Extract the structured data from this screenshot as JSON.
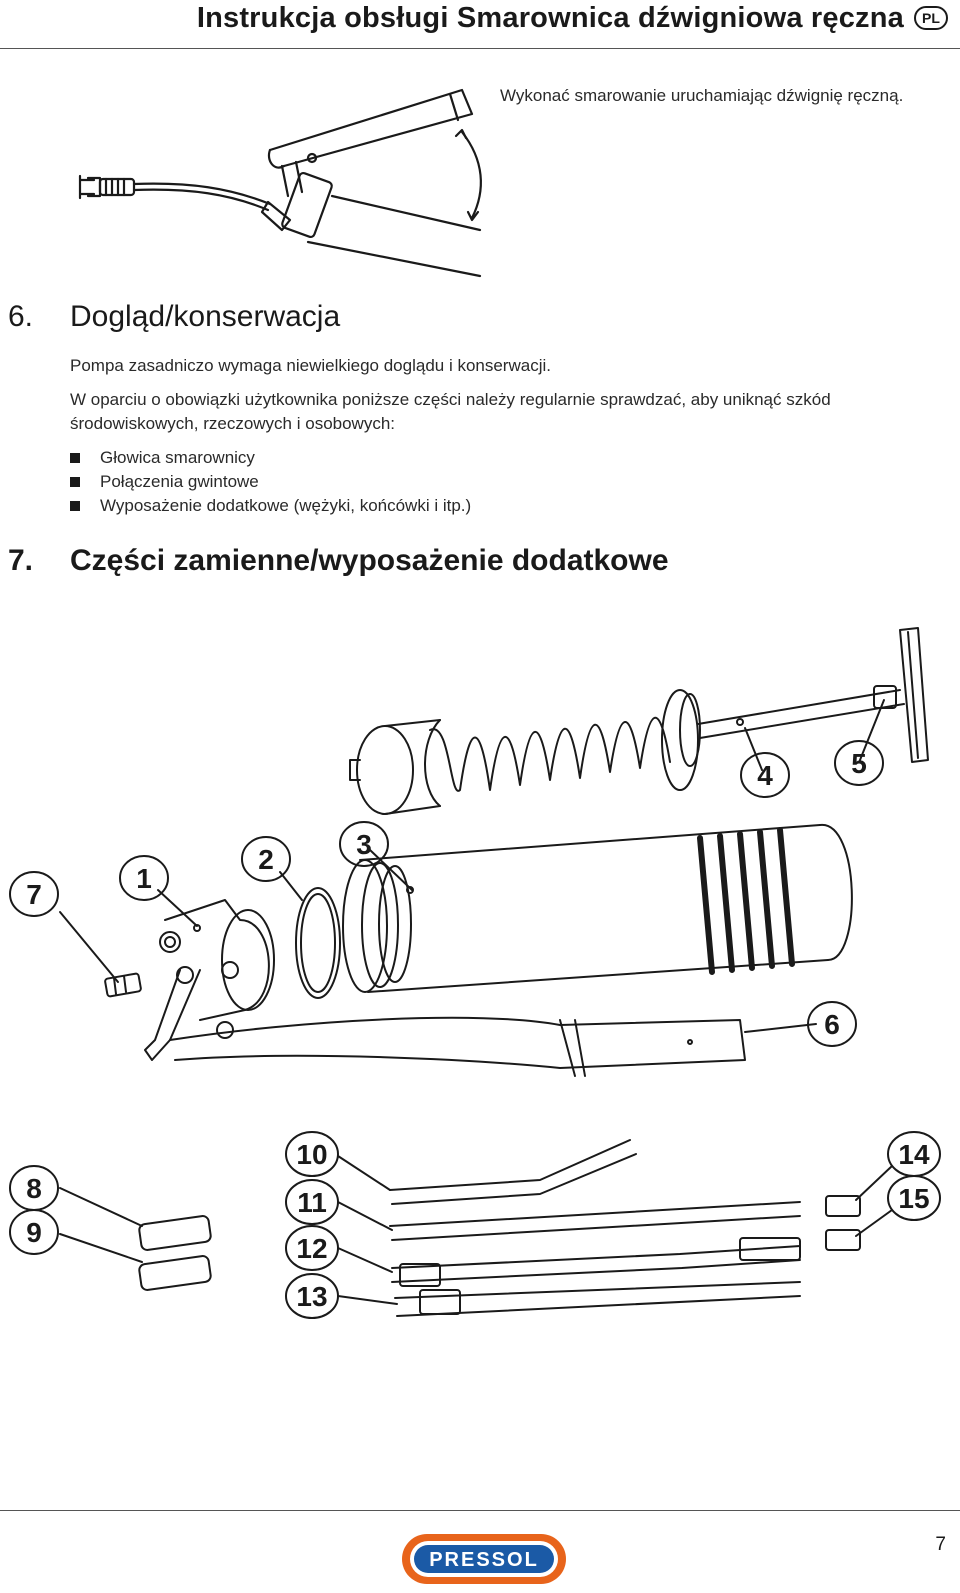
{
  "header": {
    "title": "Instrukcja obsługi Smarownica dźwigniowa ręczna",
    "lang_badge": "PL"
  },
  "step_caption": "Wykonać smarowanie uruchamiając dźwignię ręczną.",
  "section6": {
    "number": "6.",
    "title": "Dogląd/konserwacja",
    "para1": "Pompa zasadniczo wymaga niewielkiego doglądu i konserwacji.",
    "para2": "W oparciu o obowiązki użytkownika poniższe części należy regularnie sprawdzać, aby uniknąć szkód środowiskowych, rzeczowych i osobowych:",
    "bullets": [
      "Głowica smarownicy",
      "Połączenia gwintowe",
      "Wyposażenie dodatkowe (wężyki, końcówki i itp.)"
    ]
  },
  "section7": {
    "number": "7.",
    "title": "Części zamienne/wyposażenie dodatkowe"
  },
  "parts_callouts": [
    "1",
    "2",
    "3",
    "4",
    "5",
    "6",
    "7",
    "8",
    "9",
    "10",
    "11",
    "12",
    "13",
    "14",
    "15"
  ],
  "footer": {
    "logo_text": "PRESSOL",
    "page_number": "7"
  },
  "colors": {
    "text": "#1a1a1a",
    "logo_orange": "#e8641b",
    "logo_blue": "#1b5aa6"
  }
}
